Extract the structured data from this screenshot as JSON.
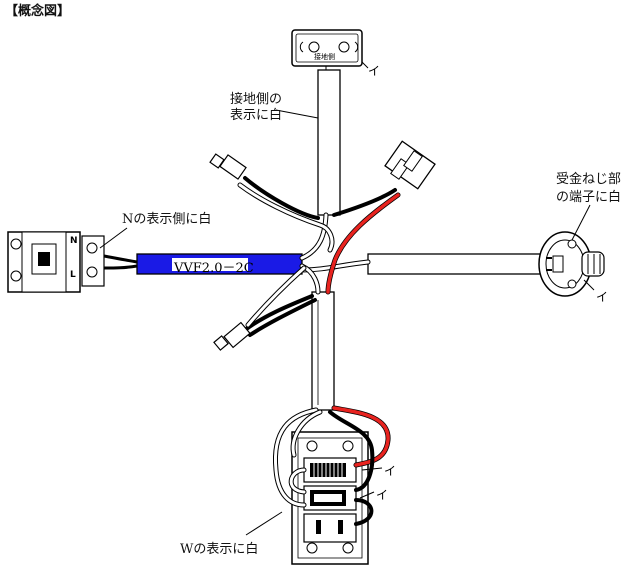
{
  "title": "【概念図】",
  "labels": {
    "ground_side_line1": "接地側の",
    "ground_side_line2": "表示に白",
    "screw_line1": "受金ねじ部",
    "screw_line2": "の端子に白",
    "n_side": "Nの表示側に白",
    "w_side": "Wの表示に白",
    "cable": "VVF2.0－2C",
    "receptacle_mark": "接地側",
    "switch_mark_n": "N",
    "switch_mark_l": "L"
  },
  "tags": {
    "receptacle_i": "イ",
    "lamp_i": "イ",
    "switch_i_upper": "イ",
    "switch_i_lower": "イ"
  },
  "colors": {
    "line": "#000000",
    "red_wire": "#e8231f",
    "blue_cable": "#1a1ae6",
    "sheath": "#ffffff"
  }
}
